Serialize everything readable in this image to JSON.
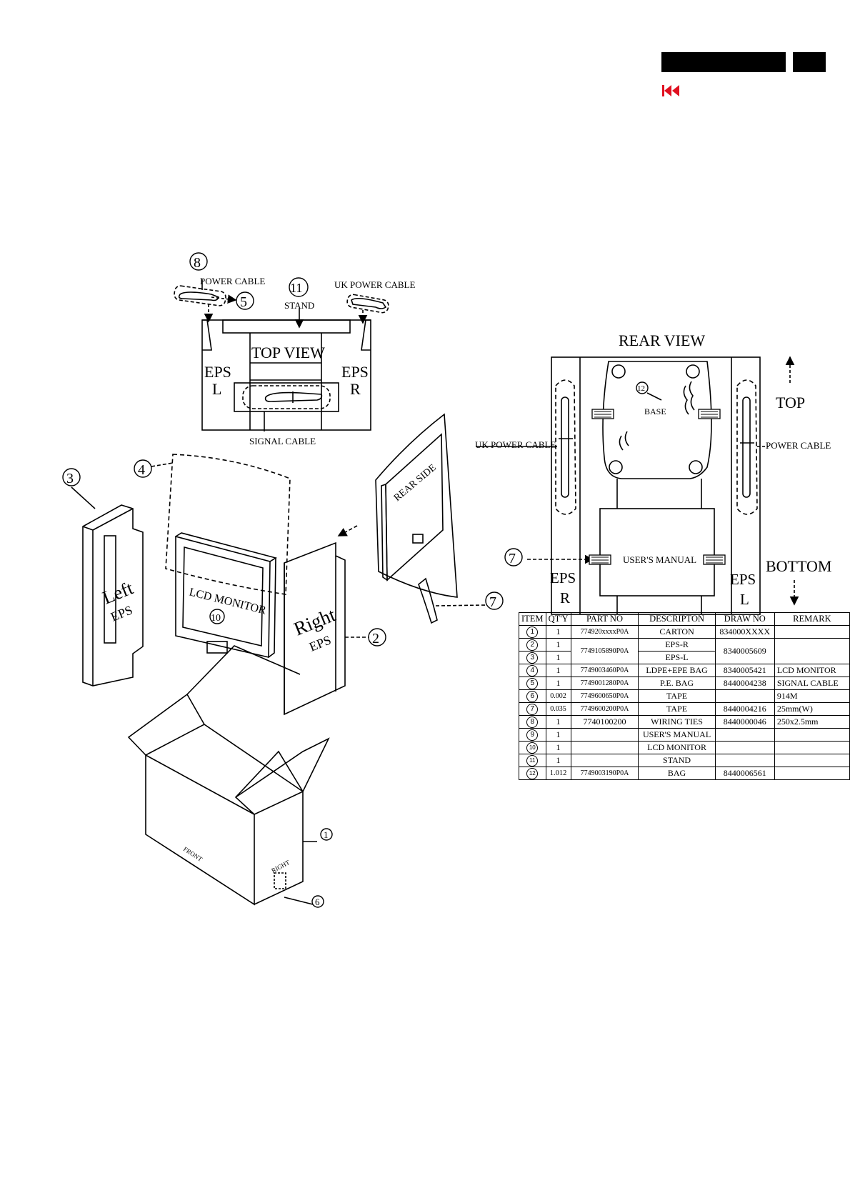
{
  "nav": {
    "prev_icon": "skip-back-icon",
    "prev_color": "#e01020"
  },
  "top_view": {
    "title": "TOP VIEW",
    "eps_left": [
      "EPS",
      "L"
    ],
    "eps_right": [
      "EPS",
      "R"
    ],
    "power_cable": "POWER CABLE",
    "uk_power_cable": "UK POWER CABLE",
    "stand": "STAND",
    "signal_cable": "SIGNAL CABLE"
  },
  "rear_view": {
    "title": "REAR VIEW",
    "base": "BASE",
    "users_manual": "USER'S MANUAL",
    "uk_power_cable": "UK POWER CABLE",
    "power_cable": "POWER CABLE",
    "eps_r": [
      "EPS",
      "R"
    ],
    "eps_l": [
      "EPS",
      "L"
    ],
    "top": "TOP",
    "bottom": "BOTTOM"
  },
  "exploded": {
    "left_eps": [
      "Left",
      "EPS"
    ],
    "right_eps": [
      "Right",
      "EPS"
    ],
    "lcd_monitor": "LCD MONITOR",
    "rear_side": "REAR SIDE",
    "front": "FRONT",
    "right": "RIGHT"
  },
  "callouts": {
    "c1": "1",
    "c2": "2",
    "c3": "3",
    "c4": "4",
    "c5": "5",
    "c6": "6",
    "c7": "7",
    "c8": "8",
    "c10": "10",
    "c11": "11",
    "c12": "12"
  },
  "parts_table": {
    "headers": [
      "ITEM",
      "QT'Y",
      "PART NO",
      "DESCRIPTON",
      "DRAW NO",
      "REMARK"
    ],
    "rows": [
      {
        "item": "1",
        "qty": "1",
        "part": "774920xxxxP0A",
        "desc": "CARTON",
        "draw": "834000XXXX",
        "remark": ""
      },
      {
        "item": "2",
        "qty": "1",
        "part": "7749105890P0A",
        "desc": "EPS-R",
        "draw": "8340005609",
        "remark": ""
      },
      {
        "item": "3",
        "qty": "1",
        "part": "",
        "desc": "EPS-L",
        "draw": "",
        "remark": ""
      },
      {
        "item": "4",
        "qty": "1",
        "part": "7749003460P0A",
        "desc": "LDPE+EPE BAG",
        "draw": "8340005421",
        "remark": "LCD MONITOR"
      },
      {
        "item": "5",
        "qty": "1",
        "part": "7749001280P0A",
        "desc": "P.E. BAG",
        "draw": "8440004238",
        "remark": "SIGNAL CABLE"
      },
      {
        "item": "6",
        "qty": "0.002",
        "part": "7749600650P0A",
        "desc": "TAPE",
        "draw": "",
        "remark": "914M"
      },
      {
        "item": "7",
        "qty": "0.035",
        "part": "7749600200P0A",
        "desc": "TAPE",
        "draw": "8440004216",
        "remark": "25mm(W)"
      },
      {
        "item": "8",
        "qty": "1",
        "part": "7740100200",
        "desc": "WIRING TIES",
        "draw": "8440000046",
        "remark": "250x2.5mm"
      },
      {
        "item": "9",
        "qty": "1",
        "part": "",
        "desc": "USER'S MANUAL",
        "draw": "",
        "remark": ""
      },
      {
        "item": "10",
        "qty": "1",
        "part": "",
        "desc": "LCD MONITOR",
        "draw": "",
        "remark": ""
      },
      {
        "item": "11",
        "qty": "1",
        "part": "",
        "desc": "STAND",
        "draw": "",
        "remark": ""
      },
      {
        "item": "12",
        "qty": "1.012",
        "part": "7749003190P0A",
        "desc": "BAG",
        "draw": "8440006561",
        "remark": ""
      }
    ]
  }
}
